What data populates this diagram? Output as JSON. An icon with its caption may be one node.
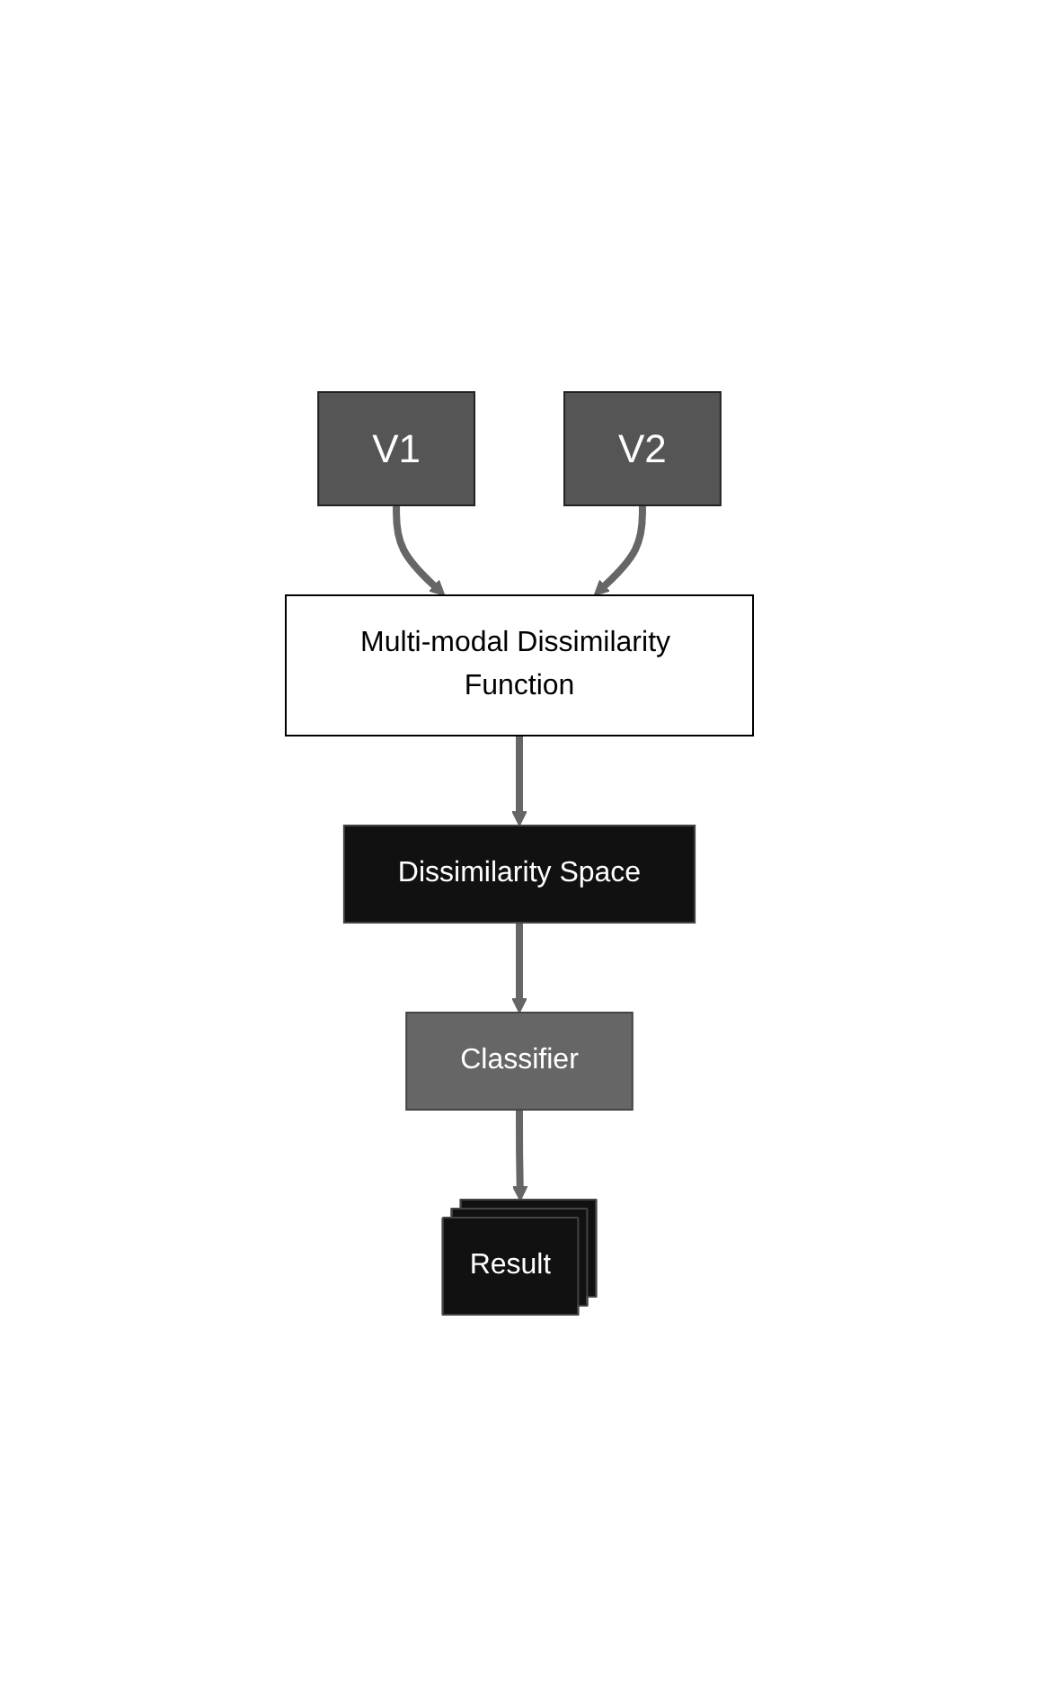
{
  "diagram": {
    "nodes": [
      {
        "text": [
          "V1"
        ]
      },
      {
        "text": [
          "V2"
        ]
      },
      {
        "text": [
          "Multi-modal Dissimilarity Function"
        ]
      },
      {
        "text": [
          "Dissimilarity Space"
        ]
      },
      {
        "text": [
          "Classifier"
        ]
      },
      {
        "text": [
          "Result"
        ]
      }
    ],
    "edges": [
      {
        "from": 0,
        "to": 2,
        "arrow": "to"
      },
      {
        "from": 1,
        "to": 2,
        "arrow": "to"
      },
      {
        "from": 2,
        "to": 3,
        "arrow": "to"
      },
      {
        "from": 3,
        "to": 4,
        "arrow": "to"
      },
      {
        "from": 4,
        "to": 5,
        "arrow": "to"
      }
    ]
  }
}
